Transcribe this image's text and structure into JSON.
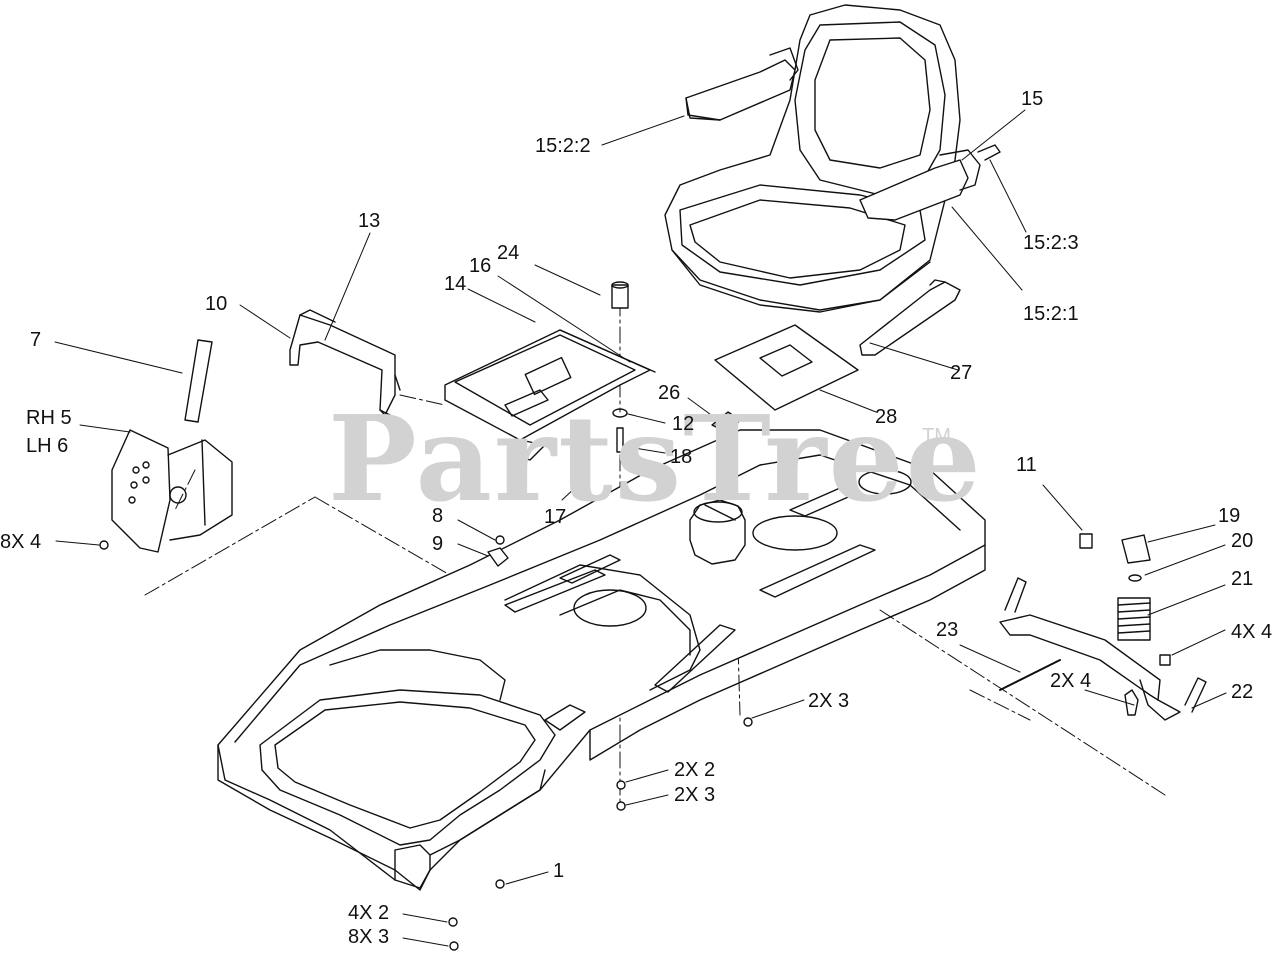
{
  "watermark": {
    "text": "PartsTree",
    "trademark": "TM"
  },
  "callouts": {
    "c1": "1",
    "c2x2": "2X 2",
    "c2x3a": "2X 3",
    "c2x3b": "2X 3",
    "c2x4": "2X 4",
    "c4x2": "4X 2",
    "c4x4": "4X 4",
    "c7": "7",
    "c8": "8",
    "c8x3": "8X 3",
    "c8x4": "8X 4",
    "c9": "9",
    "c10": "10",
    "c11": "11",
    "c12": "12",
    "c13": "13",
    "c14": "14",
    "c15": "15",
    "c15_2_1": "15:2:1",
    "c15_2_2": "15:2:2",
    "c15_2_3": "15:2:3",
    "c16": "16",
    "c17": "17",
    "c18": "18",
    "c19": "19",
    "c20": "20",
    "c21": "21",
    "c22": "22",
    "c23": "23",
    "c24": "24",
    "c26": "26",
    "c27": "27",
    "c28": "28",
    "rh5": "RH 5",
    "lh6": "LH 6"
  }
}
